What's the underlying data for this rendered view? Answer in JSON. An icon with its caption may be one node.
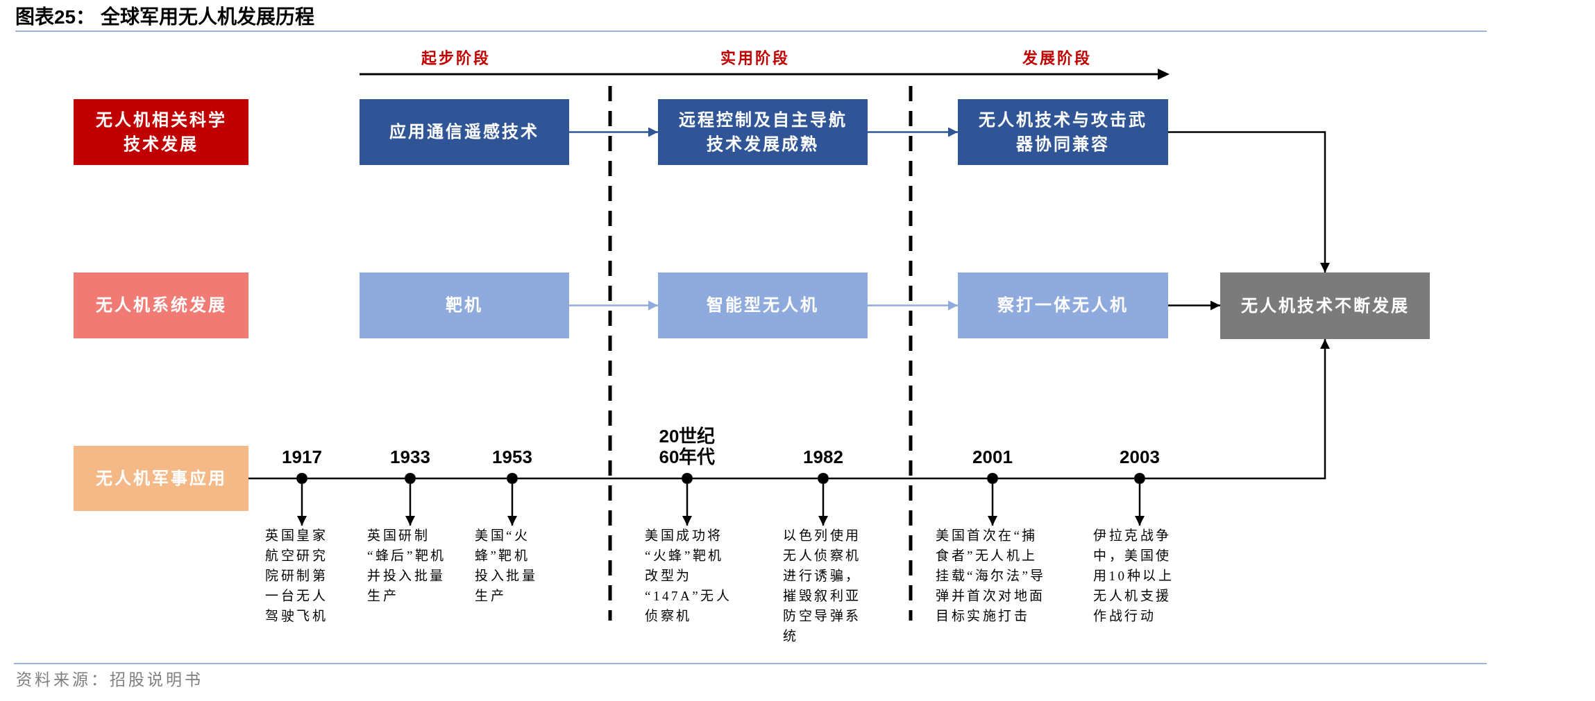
{
  "diagram": {
    "title": "图表25： 全球军用无人机发展历程",
    "caption": "资料来源：招股说明书",
    "nodes": [
      {
        "text": [
          "无人机相关科学技术发展"
        ]
      },
      {
        "text": [
          "应用通信遥感技术"
        ]
      },
      {
        "text": [
          "远程控制及自主导航技术发展成熟"
        ]
      },
      {
        "text": [
          "无人机技术与攻击武器协同兼容"
        ]
      },
      {
        "text": [
          "无人机系统发展"
        ]
      },
      {
        "text": [
          "靶机"
        ]
      },
      {
        "text": [
          "智能型无人机"
        ]
      },
      {
        "text": [
          "察打一体无人机"
        ]
      },
      {
        "text": [
          "无人机技术不断发展"
        ]
      },
      {
        "text": [
          "无人机军事应用"
        ]
      },
      {
        "text": [],
        "shape": "circle",
        "beside": [
          "1917"
        ]
      },
      {
        "text": [
          "英国皇家航空研究院研制第一台无人驾驶飞机"
        ]
      },
      {
        "text": [],
        "shape": "circle",
        "beside": [
          "1933"
        ]
      },
      {
        "text": [
          "英国研制“蜂后”靶机并投入批量生产"
        ]
      },
      {
        "text": [],
        "shape": "circle",
        "beside": [
          "1953"
        ]
      },
      {
        "text": [
          "美国“火蜂”靶机投入批量生产"
        ]
      },
      {
        "text": [],
        "shape": "circle",
        "beside": [
          "20世纪60年代"
        ]
      },
      {
        "text": [
          "美国成功将“火蜂”靶机改型为“147A”无人侦察机"
        ]
      },
      {
        "text": [],
        "shape": "circle",
        "beside": [
          "1982"
        ]
      },
      {
        "text": [
          "以色列使用无人侦察机进行诱骗，摧毁叙利亚防空导弹系统"
        ]
      },
      {
        "text": [],
        "shape": "circle",
        "beside": [
          "2001"
        ]
      },
      {
        "text": [
          "美国首次在“捕食者”无人机上挂载“海尔法”导弹并首次对地面目标实施打击"
        ]
      },
      {
        "text": [],
        "shape": "circle",
        "beside": [
          "2003"
        ]
      },
      {
        "text": [
          "伊拉克战争中，美国使用10种以上无人机支援作战行动"
        ]
      }
    ],
    "edges": [
      {
        "from": 1,
        "to": 2,
        "arrow": "to",
        "color": "#2f5597"
      },
      {
        "from": 2,
        "to": 3,
        "arrow": "to",
        "color": "#2f5597"
      },
      {
        "from": 3,
        "to": 8,
        "arrow": "to"
      },
      {
        "from": 5,
        "to": 6,
        "arrow": "to",
        "color": "#8faadc"
      },
      {
        "from": 6,
        "to": 7,
        "arrow": "to",
        "color": "#8faadc"
      },
      {
        "from": 7,
        "to": 8,
        "arrow": "to"
      },
      {
        "from": 9,
        "to": 10,
        "arrow": "none"
      },
      {
        "from": 10,
        "to": 12,
        "arrow": "none"
      },
      {
        "from": 12,
        "to": 14,
        "arrow": "none"
      },
      {
        "from": 14,
        "to": 16,
        "arrow": "none"
      },
      {
        "from": 16,
        "to": 18,
        "arrow": "none"
      },
      {
        "from": 18,
        "to": 20,
        "arrow": "none"
      },
      {
        "from": 20,
        "to": 22,
        "arrow": "none"
      },
      {
        "from": 22,
        "to": 8,
        "arrow": "to"
      },
      {
        "from": 10,
        "to": 11,
        "arrow": "to"
      },
      {
        "from": 12,
        "to": 13,
        "arrow": "to"
      },
      {
        "from": 14,
        "to": 15,
        "arrow": "to"
      },
      {
        "from": 16,
        "to": 17,
        "arrow": "to"
      },
      {
        "from": 18,
        "to": 19,
        "arrow": "to"
      },
      {
        "from": 20,
        "to": 21,
        "arrow": "to"
      },
      {
        "from": 22,
        "to": 23,
        "arrow": "to"
      }
    ],
    "labels": [
      "起步阶段",
      "实用阶段",
      "发展阶段"
    ]
  }
}
